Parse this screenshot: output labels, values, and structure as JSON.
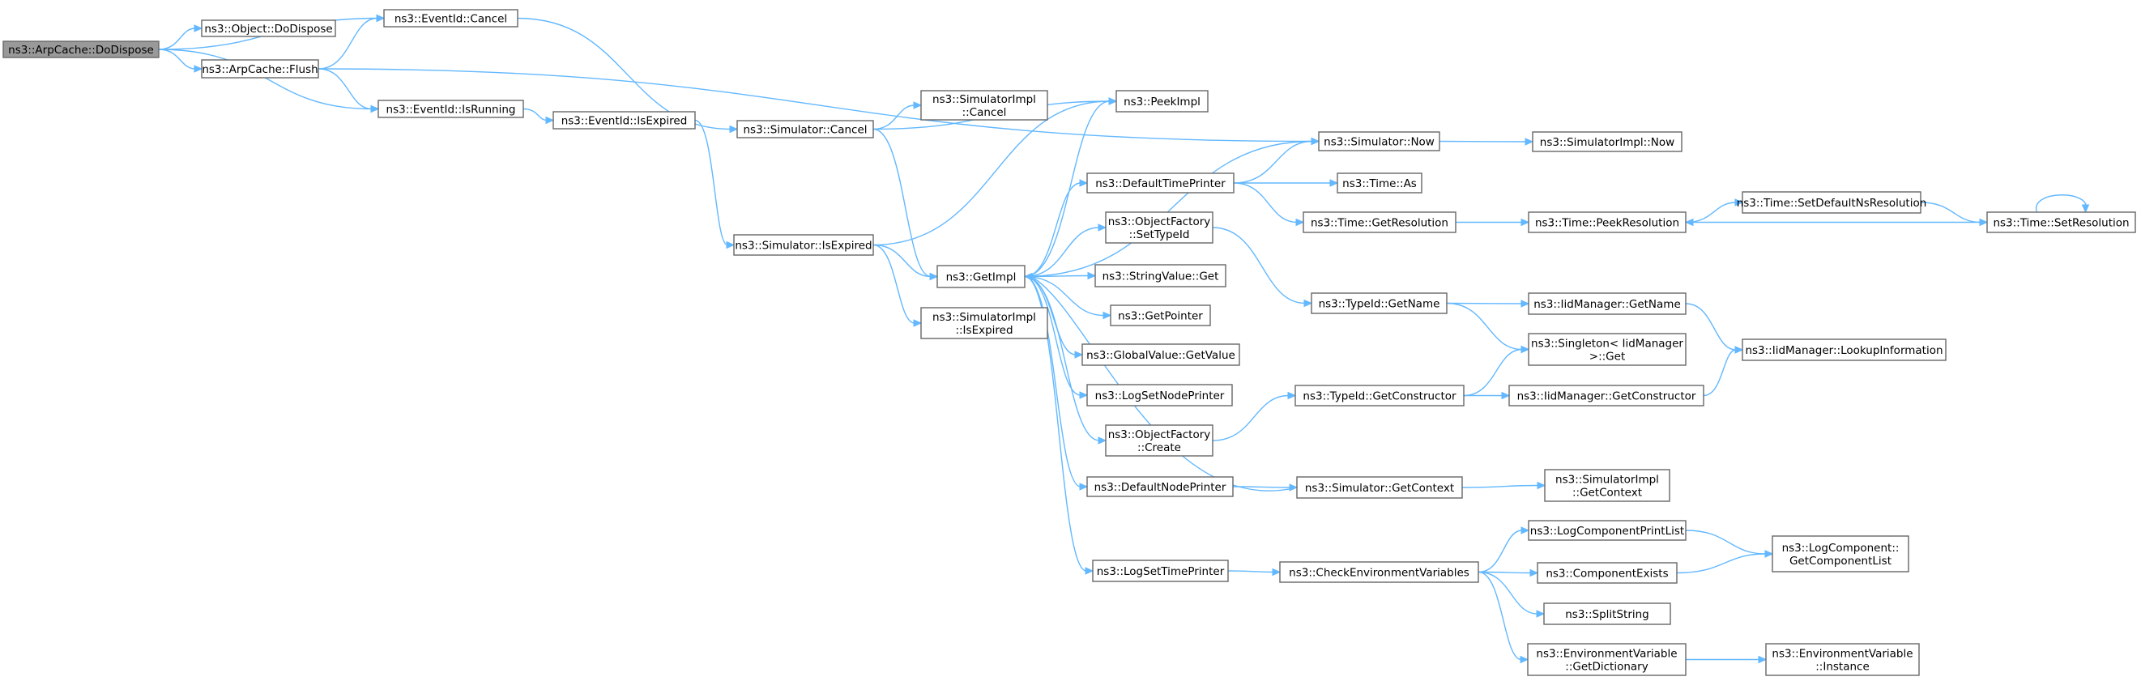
{
  "diagram": {
    "colors": {
      "edge": "#63b8ff",
      "node_border": "#666666",
      "root_fill": "#999999",
      "node_fill": "#ffffff"
    },
    "nodes": [
      {
        "id": "arpcache_dodispose",
        "lines": [
          "ns3::ArpCache::DoDispose"
        ],
        "root": true
      },
      {
        "id": "object_dodispose",
        "lines": [
          "ns3::Object::DoDispose"
        ]
      },
      {
        "id": "arpcache_flush",
        "lines": [
          "ns3::ArpCache::Flush"
        ]
      },
      {
        "id": "eventid_cancel",
        "lines": [
          "ns3::EventId::Cancel"
        ]
      },
      {
        "id": "eventid_isrunning",
        "lines": [
          "ns3::EventId::IsRunning"
        ]
      },
      {
        "id": "eventid_isexpired",
        "lines": [
          "ns3::EventId::IsExpired"
        ]
      },
      {
        "id": "simulator_cancel",
        "lines": [
          "ns3::Simulator::Cancel"
        ]
      },
      {
        "id": "simulator_isexpired",
        "lines": [
          "ns3::Simulator::IsExpired"
        ]
      },
      {
        "id": "simimpl_cancel",
        "lines": [
          "ns3::SimulatorImpl",
          "::Cancel"
        ]
      },
      {
        "id": "peekimpl",
        "lines": [
          "ns3::PeekImpl"
        ]
      },
      {
        "id": "getimpl",
        "lines": [
          "ns3::GetImpl"
        ]
      },
      {
        "id": "simimpl_isexpired",
        "lines": [
          "ns3::SimulatorImpl",
          "::IsExpired"
        ]
      },
      {
        "id": "defaulttimeprinter",
        "lines": [
          "ns3::DefaultTimePrinter"
        ]
      },
      {
        "id": "objfactory_settypeid",
        "lines": [
          "ns3::ObjectFactory",
          "::SetTypeId"
        ]
      },
      {
        "id": "stringvalue_get",
        "lines": [
          "ns3::StringValue::Get"
        ]
      },
      {
        "id": "getpointer",
        "lines": [
          "ns3::GetPointer"
        ]
      },
      {
        "id": "globalvalue_getvalue",
        "lines": [
          "ns3::GlobalValue::GetValue"
        ]
      },
      {
        "id": "logsetnodeprinter",
        "lines": [
          "ns3::LogSetNodePrinter"
        ]
      },
      {
        "id": "objfactory_create",
        "lines": [
          "ns3::ObjectFactory",
          "::Create"
        ]
      },
      {
        "id": "defaultnodeprinter",
        "lines": [
          "ns3::DefaultNodePrinter"
        ]
      },
      {
        "id": "logsettimeprinter",
        "lines": [
          "ns3::LogSetTimePrinter"
        ]
      },
      {
        "id": "simulator_now",
        "lines": [
          "ns3::Simulator::Now"
        ]
      },
      {
        "id": "simimpl_now",
        "lines": [
          "ns3::SimulatorImpl::Now"
        ]
      },
      {
        "id": "time_as",
        "lines": [
          "ns3::Time::As"
        ]
      },
      {
        "id": "time_getresolution",
        "lines": [
          "ns3::Time::GetResolution"
        ]
      },
      {
        "id": "time_peekresolution",
        "lines": [
          "ns3::Time::PeekResolution"
        ]
      },
      {
        "id": "time_setdefaultns",
        "lines": [
          "ns3::Time::SetDefaultNsResolution"
        ]
      },
      {
        "id": "time_setresolution",
        "lines": [
          "ns3::Time::SetResolution"
        ]
      },
      {
        "id": "typeid_getname",
        "lines": [
          "ns3::TypeId::GetName"
        ]
      },
      {
        "id": "iidmanager_getname",
        "lines": [
          "ns3::IidManager::GetName"
        ]
      },
      {
        "id": "singleton_get",
        "lines": [
          "ns3::Singleton< IidManager",
          " >::Get"
        ]
      },
      {
        "id": "iidmanager_lookup",
        "lines": [
          "ns3::IidManager::LookupInformation"
        ]
      },
      {
        "id": "typeid_getconstructor",
        "lines": [
          "ns3::TypeId::GetConstructor"
        ]
      },
      {
        "id": "iidmanager_getconstructor",
        "lines": [
          "ns3::IidManager::GetConstructor"
        ]
      },
      {
        "id": "simulator_getcontext",
        "lines": [
          "ns3::Simulator::GetContext"
        ]
      },
      {
        "id": "simimpl_getcontext",
        "lines": [
          "ns3::SimulatorImpl",
          "::GetContext"
        ]
      },
      {
        "id": "checkenvvars",
        "lines": [
          "ns3::CheckEnvironmentVariables"
        ]
      },
      {
        "id": "logcomponentprintlist",
        "lines": [
          "ns3::LogComponentPrintList"
        ]
      },
      {
        "id": "componentexists",
        "lines": [
          "ns3::ComponentExists"
        ]
      },
      {
        "id": "splitstring",
        "lines": [
          "ns3::SplitString"
        ]
      },
      {
        "id": "envvar_getdictionary",
        "lines": [
          "ns3::EnvironmentVariable",
          "::GetDictionary"
        ]
      },
      {
        "id": "logcomponent_getlist",
        "lines": [
          "ns3::LogComponent::",
          "GetComponentList"
        ]
      },
      {
        "id": "envvar_instance",
        "lines": [
          "ns3::EnvironmentVariable",
          "::Instance"
        ]
      }
    ],
    "edges": [
      [
        "arpcache_dodispose",
        "object_dodispose"
      ],
      [
        "arpcache_dodispose",
        "arpcache_flush"
      ],
      [
        "arpcache_dodispose",
        "eventid_cancel"
      ],
      [
        "arpcache_dodispose",
        "eventid_isrunning"
      ],
      [
        "arpcache_flush",
        "eventid_cancel"
      ],
      [
        "arpcache_flush",
        "eventid_isrunning"
      ],
      [
        "arpcache_flush",
        "simulator_now"
      ],
      [
        "eventid_cancel",
        "simulator_cancel"
      ],
      [
        "eventid_isrunning",
        "eventid_isexpired"
      ],
      [
        "eventid_isexpired",
        "simulator_isexpired"
      ],
      [
        "simulator_cancel",
        "simimpl_cancel"
      ],
      [
        "simulator_cancel",
        "peekimpl"
      ],
      [
        "simulator_cancel",
        "getimpl"
      ],
      [
        "simulator_isexpired",
        "peekimpl"
      ],
      [
        "simulator_isexpired",
        "getimpl"
      ],
      [
        "simulator_isexpired",
        "simimpl_isexpired"
      ],
      [
        "getimpl",
        "peekimpl"
      ],
      [
        "getimpl",
        "simulator_now"
      ],
      [
        "getimpl",
        "defaulttimeprinter"
      ],
      [
        "getimpl",
        "objfactory_settypeid"
      ],
      [
        "getimpl",
        "stringvalue_get"
      ],
      [
        "getimpl",
        "getpointer"
      ],
      [
        "getimpl",
        "globalvalue_getvalue"
      ],
      [
        "getimpl",
        "logsetnodeprinter"
      ],
      [
        "getimpl",
        "objfactory_create"
      ],
      [
        "getimpl",
        "defaultnodeprinter"
      ],
      [
        "getimpl",
        "logsettimeprinter"
      ],
      [
        "defaulttimeprinter",
        "simulator_now"
      ],
      [
        "defaulttimeprinter",
        "time_as"
      ],
      [
        "defaulttimeprinter",
        "time_getresolution"
      ],
      [
        "simulator_now",
        "simimpl_now"
      ],
      [
        "time_getresolution",
        "time_peekresolution"
      ],
      [
        "time_peekresolution",
        "time_setdefaultns"
      ],
      [
        "time_setdefaultns",
        "time_setresolution"
      ],
      [
        "time_setresolution",
        "time_peekresolution"
      ],
      [
        "time_setresolution",
        "time_setresolution"
      ],
      [
        "objfactory_settypeid",
        "typeid_getname"
      ],
      [
        "typeid_getname",
        "iidmanager_getname"
      ],
      [
        "typeid_getname",
        "singleton_get"
      ],
      [
        "iidmanager_getname",
        "iidmanager_lookup"
      ],
      [
        "objfactory_create",
        "typeid_getconstructor"
      ],
      [
        "typeid_getconstructor",
        "singleton_get"
      ],
      [
        "typeid_getconstructor",
        "iidmanager_getconstructor"
      ],
      [
        "iidmanager_getconstructor",
        "iidmanager_lookup"
      ],
      [
        "defaultnodeprinter",
        "simulator_getcontext"
      ],
      [
        "simulator_getcontext",
        "simimpl_getcontext"
      ],
      [
        "simulator_getcontext",
        "getimpl"
      ],
      [
        "logsettimeprinter",
        "checkenvvars"
      ],
      [
        "checkenvvars",
        "logcomponentprintlist"
      ],
      [
        "checkenvvars",
        "componentexists"
      ],
      [
        "checkenvvars",
        "splitstring"
      ],
      [
        "checkenvvars",
        "envvar_getdictionary"
      ],
      [
        "logcomponentprintlist",
        "logcomponent_getlist"
      ],
      [
        "componentexists",
        "logcomponent_getlist"
      ],
      [
        "envvar_getdictionary",
        "envvar_instance"
      ]
    ]
  }
}
